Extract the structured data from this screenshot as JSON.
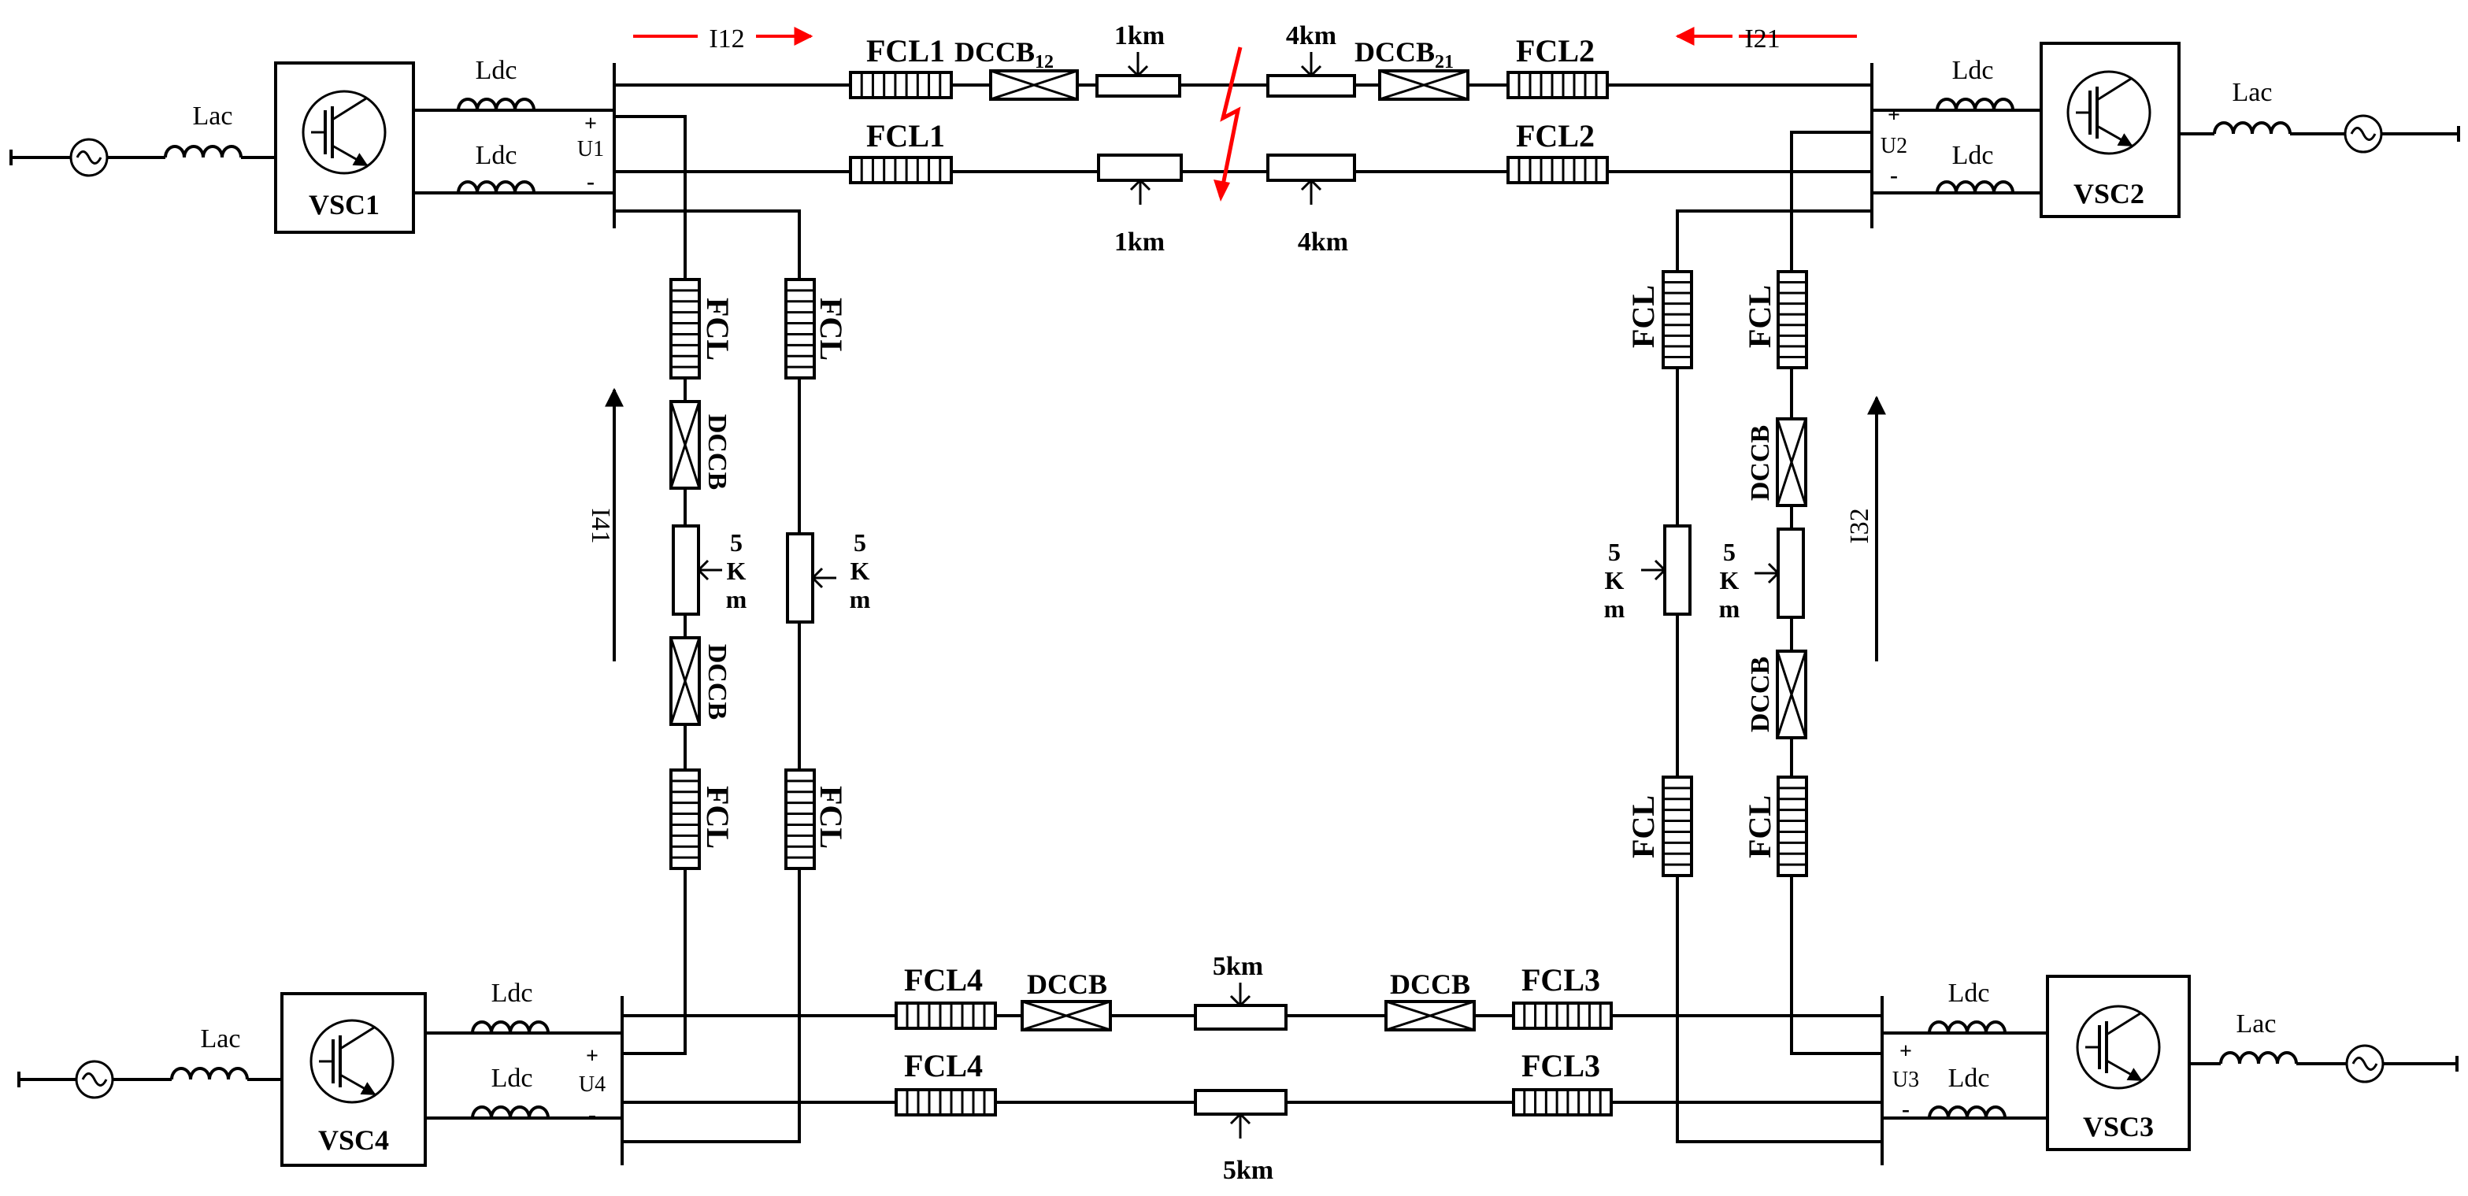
{
  "colors": {
    "line": "#000000",
    "fault": "#ff0000",
    "current_arrow": "#ff0000",
    "background": "#ffffff"
  },
  "converters": {
    "vsc1": "VSC1",
    "vsc2": "VSC2",
    "vsc3": "VSC3",
    "vsc4": "VSC4"
  },
  "inductors": {
    "lac": "Lac",
    "ldc": "Ldc"
  },
  "voltages": {
    "u1": "U1",
    "u2": "U2",
    "u3": "U3",
    "u4": "U4"
  },
  "polarity": {
    "plus": "+",
    "minus": "-"
  },
  "limiters": {
    "fcl": "FCL",
    "fcl1": "FCL1",
    "fcl2": "FCL2",
    "fcl3": "FCL3",
    "fcl4": "FCL4"
  },
  "breakers": {
    "dccb": "DCCB",
    "dccb12": "DCCB12",
    "dccb21": "DCCB21"
  },
  "lengths": {
    "km1": "1km",
    "km4": "4km",
    "km5": "5km",
    "vert_5km": [
      "5",
      "K",
      "m"
    ]
  },
  "currents": {
    "i12": "I12",
    "i21": "I21",
    "i41": "I41",
    "i32": "I32"
  },
  "icons": [
    "ac-source-icon",
    "igbt-icon",
    "ground-icon",
    "fault-lightning-icon",
    "inductor-icon"
  ]
}
